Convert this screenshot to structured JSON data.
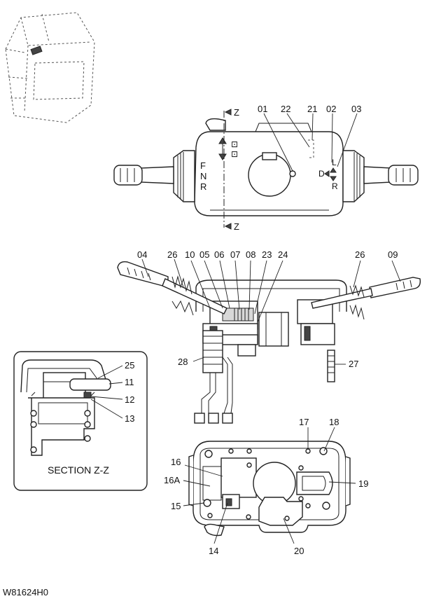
{
  "diagram": {
    "drawing_code": "W81624H0",
    "section_caption": "SECTION Z-Z",
    "section_marker": "Z",
    "direction_letters": [
      "F",
      "N",
      "R"
    ],
    "side_letters": [
      "D",
      "L",
      "R"
    ],
    "callouts": {
      "p01": "01",
      "p02": "02",
      "p03": "03",
      "p04": "04",
      "p05": "05",
      "p06": "06",
      "p07": "07",
      "p08": "08",
      "p09": "09",
      "p10": "10",
      "p11": "11",
      "p12": "12",
      "p13": "13",
      "p14": "14",
      "p15": "15",
      "p16": "16",
      "p16a": "16A",
      "p17": "17",
      "p18": "18",
      "p19": "19",
      "p20": "20",
      "p21": "21",
      "p22": "22",
      "p23": "23",
      "p24": "24",
      "p25": "25",
      "p26a": "26",
      "p26b": "26",
      "p27": "27",
      "p28": "28"
    }
  }
}
